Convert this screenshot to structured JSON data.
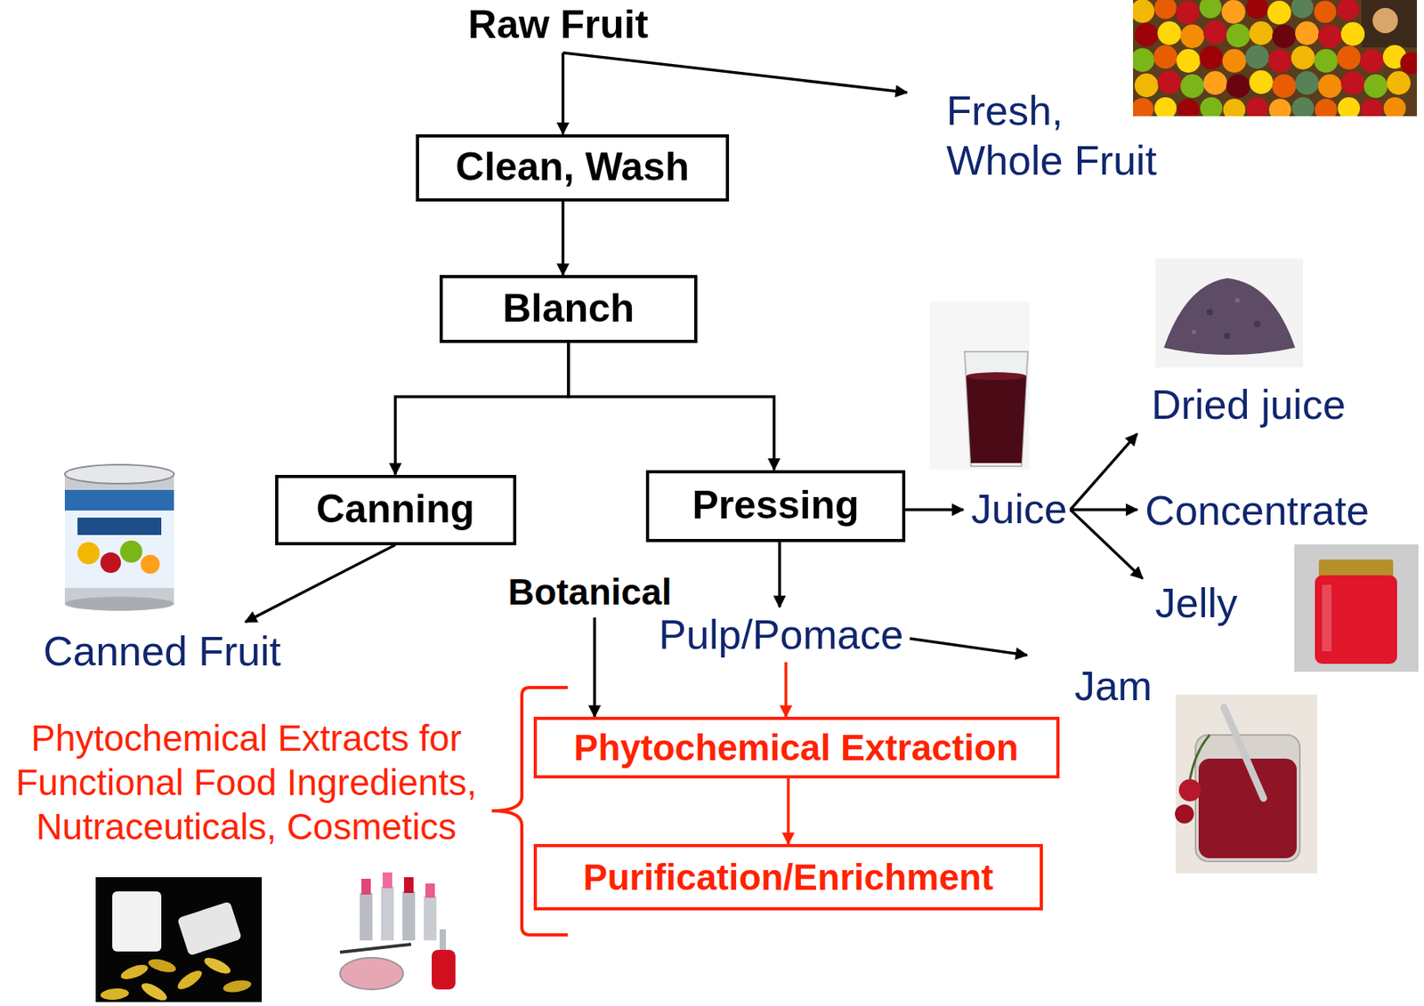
{
  "diagram": {
    "nodes": [
      {
        "text": [
          "Raw Fruit"
        ]
      },
      {
        "text": [
          "Fresh, Whole Fruit"
        ]
      },
      {
        "text": [
          "Clean, Wash"
        ]
      },
      {
        "text": [
          "Blanch"
        ]
      },
      {
        "text": [
          "Canning"
        ]
      },
      {
        "text": [
          "Pressing"
        ]
      },
      {
        "text": [
          "Juice"
        ]
      },
      {
        "text": [
          "Dried juice"
        ]
      },
      {
        "text": [
          "Concentrate"
        ]
      },
      {
        "text": [
          "Jelly"
        ]
      },
      {
        "text": [
          "Canned Fruit"
        ]
      },
      {
        "text": [
          "Botanical"
        ]
      },
      {
        "text": [
          "Pulp/Pomace"
        ]
      },
      {
        "text": [
          "Jam"
        ]
      },
      {
        "text": [
          "Phytochemical Extraction"
        ]
      },
      {
        "text": [
          "Purification/Enrichment"
        ]
      }
    ],
    "edges": [
      {
        "from": 0,
        "to": 2,
        "arrow": "to"
      },
      {
        "from": 0,
        "to": 1,
        "arrow": "to"
      },
      {
        "from": 2,
        "to": 3,
        "arrow": "to"
      },
      {
        "from": 3,
        "to": 4,
        "arrow": "to"
      },
      {
        "from": 3,
        "to": 5,
        "arrow": "to"
      },
      {
        "from": 4,
        "to": 10,
        "arrow": "to"
      },
      {
        "from": 5,
        "to": 6,
        "arrow": "to"
      },
      {
        "from": 5,
        "to": 12,
        "arrow": "to"
      },
      {
        "from": 6,
        "to": 7,
        "arrow": "to"
      },
      {
        "from": 6,
        "to": 8,
        "arrow": "to"
      },
      {
        "from": 6,
        "to": 9,
        "arrow": "to"
      },
      {
        "from": 12,
        "to": 13,
        "arrow": "to"
      },
      {
        "from": 12,
        "to": 14,
        "arrow": "to"
      },
      {
        "from": 11,
        "to": 14,
        "arrow": "to"
      },
      {
        "from": 14,
        "to": 15,
        "arrow": "to"
      }
    ],
    "labels": [
      "Phytochemical Extracts for Functional Food Ingredients, Nutraceuticals, Cosmetics"
    ]
  }
}
